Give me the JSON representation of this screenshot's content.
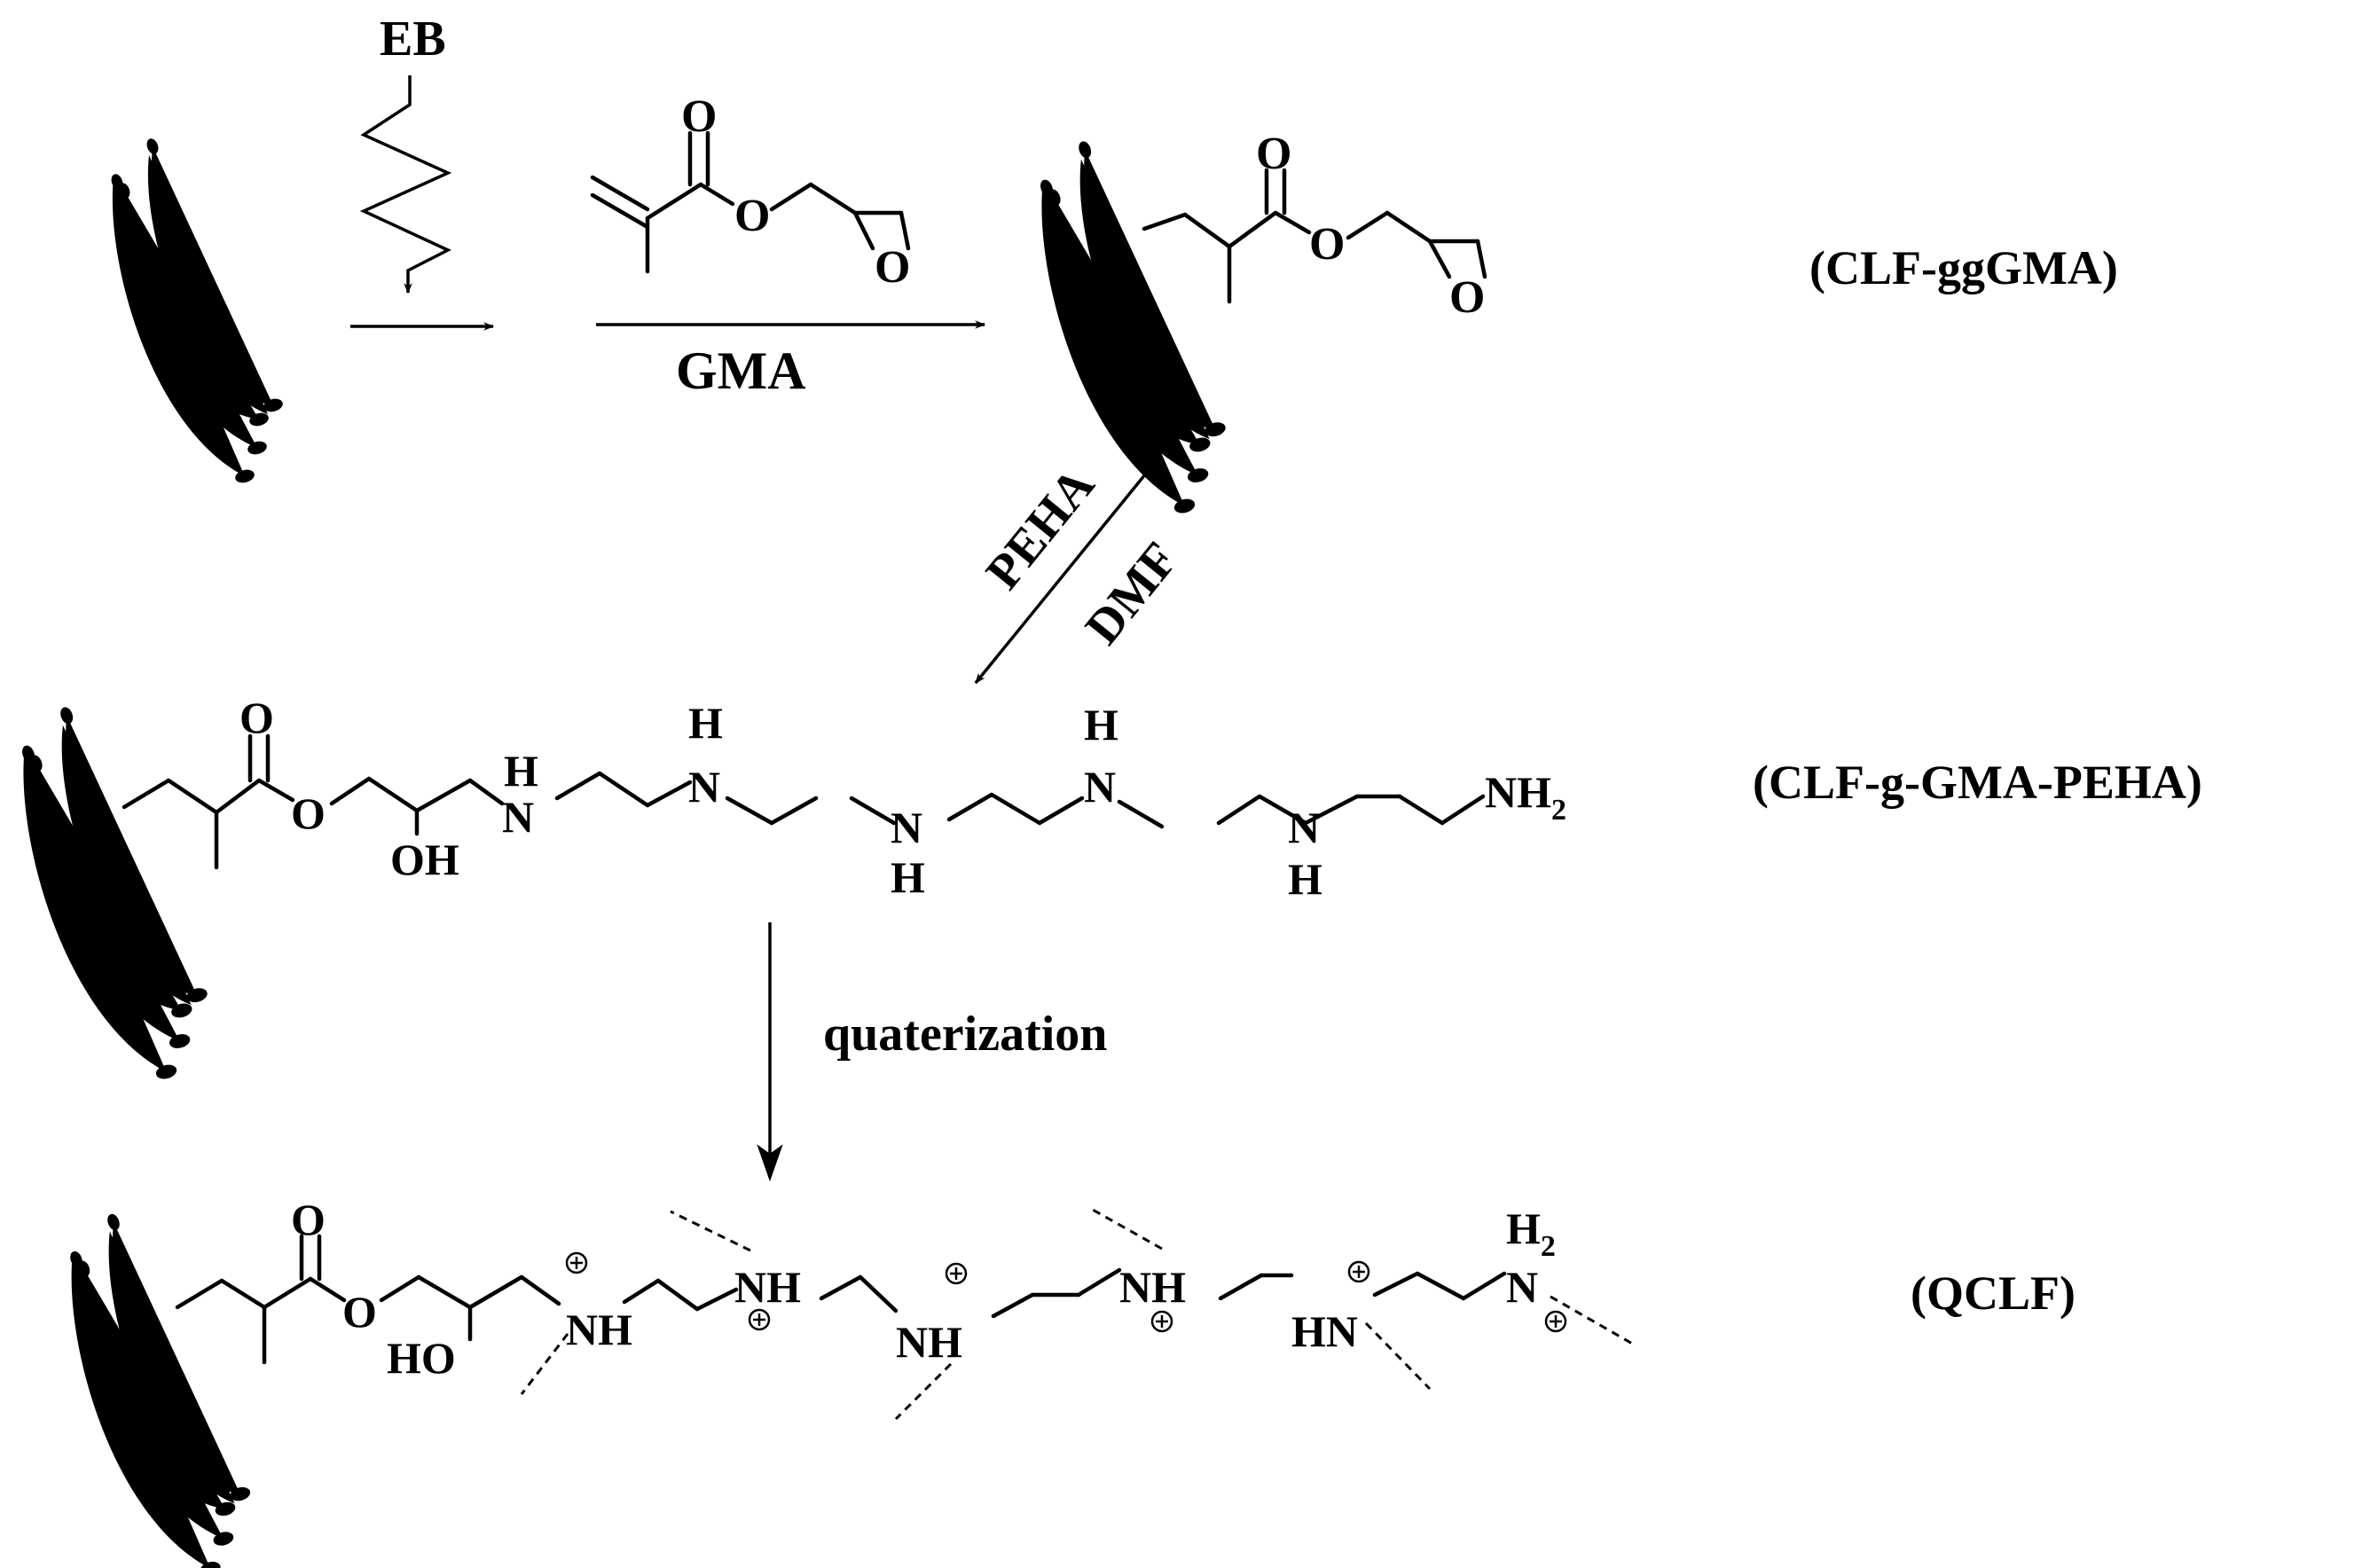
{
  "step1": {
    "radiation_label": "EB",
    "monomer_label": "GMA"
  },
  "step2": {
    "reagent_1": "PEHA",
    "reagent_2": "DMF"
  },
  "step3": {
    "reaction_label": "quaterization"
  },
  "products": {
    "gma_grafted": "(CLF-ggGMA)",
    "peha_grafted": "(CLF-g-GMA-PEHA)",
    "quaternized": "(QCLF)"
  },
  "atoms": {
    "O": "O",
    "OH": "OH",
    "HO": "HO",
    "N": "N",
    "H": "H",
    "NH": "NH",
    "HN": "HN",
    "NH2_main": "NH",
    "NH2_sub": "2",
    "H2_main": "H",
    "H2_sub": "2"
  },
  "colors": {
    "fiber": "#F7931E",
    "ink": "#000000"
  },
  "icons": [
    "fiber-bundle-icon",
    "epoxide-ring-icon",
    "positive-charge-icon"
  ]
}
